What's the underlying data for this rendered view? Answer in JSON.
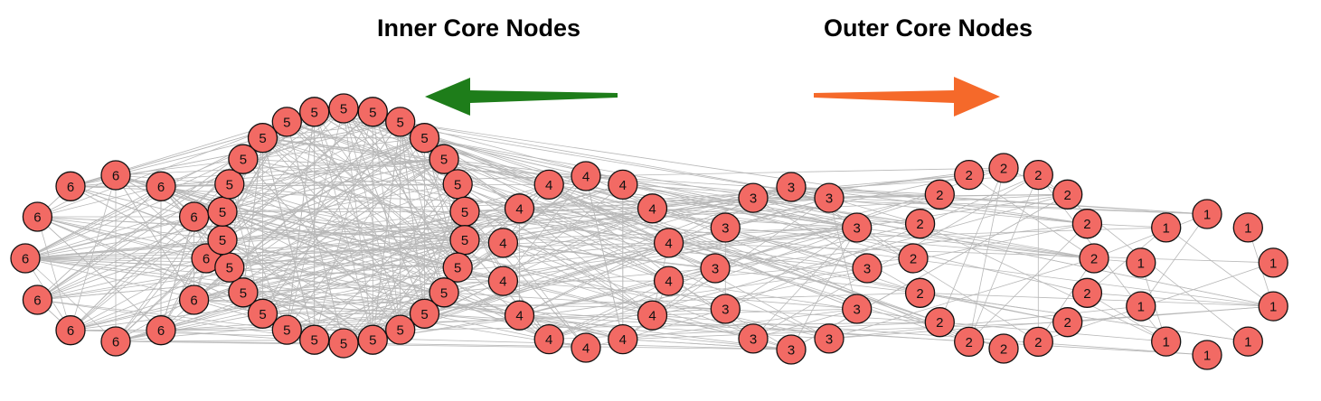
{
  "headings": {
    "inner": "Inner Core Nodes",
    "outer": "Outer Core Nodes"
  },
  "colors": {
    "node_fill": "#f26a64",
    "node_stroke": "#111111",
    "edge": "#b8b8b8",
    "inner_arrow": "#1e7d1a",
    "outer_arrow": "#f5692a"
  },
  "arrows": {
    "inner": {
      "direction": "left",
      "icon": "arrow-left-icon"
    },
    "outer": {
      "direction": "right",
      "icon": "arrow-right-icon"
    }
  },
  "groups": [
    {
      "shell": "6",
      "count": 12
    },
    {
      "shell": "5",
      "count": 26
    },
    {
      "shell": "4",
      "count": 14
    },
    {
      "shell": "3",
      "count": 12
    },
    {
      "shell": "2",
      "count": 16
    },
    {
      "shell": "1",
      "count": 10
    }
  ]
}
